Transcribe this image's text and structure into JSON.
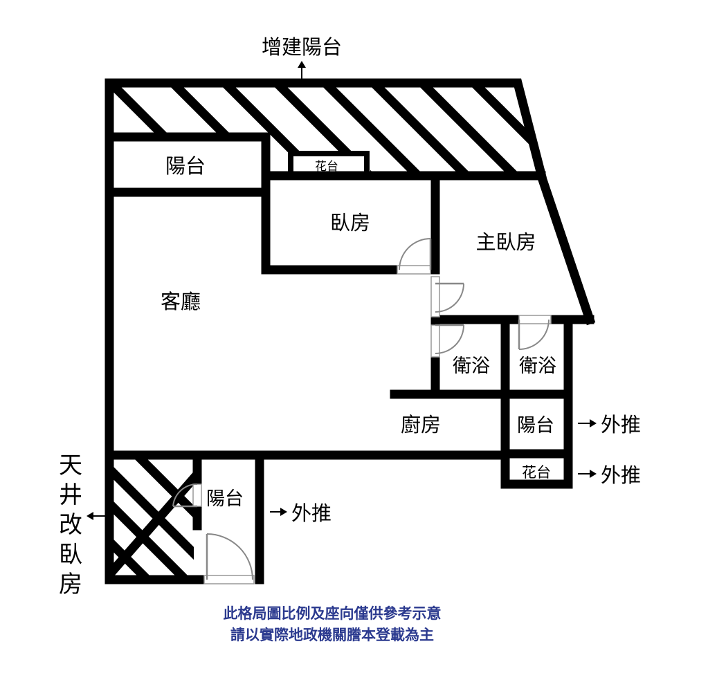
{
  "labels": {
    "top_extension": "增建陽台",
    "balcony_top_left": "陽台",
    "planter_top": "花台",
    "bedroom": "臥房",
    "master_bedroom": "主臥房",
    "living_room": "客廳",
    "bath_left": "衛浴",
    "bath_right": "衛浴",
    "kitchen": "廚房",
    "balcony_right": "陽台",
    "planter_right": "花台",
    "balcony_bottom": "陽台",
    "push_out_1": "外推",
    "push_out_2": "外推",
    "push_out_3": "外推",
    "skylight_1": "天",
    "skylight_2": "井",
    "skylight_3": "改",
    "skylight_4": "臥",
    "skylight_5": "房"
  },
  "note": {
    "line1": "此格局圖比例及座向僅供參考示意",
    "line2": "請以實際地政機關謄本登載為主"
  },
  "colors": {
    "wall": "#000000",
    "note_text": "#2b3a8f",
    "door": "#888888"
  }
}
